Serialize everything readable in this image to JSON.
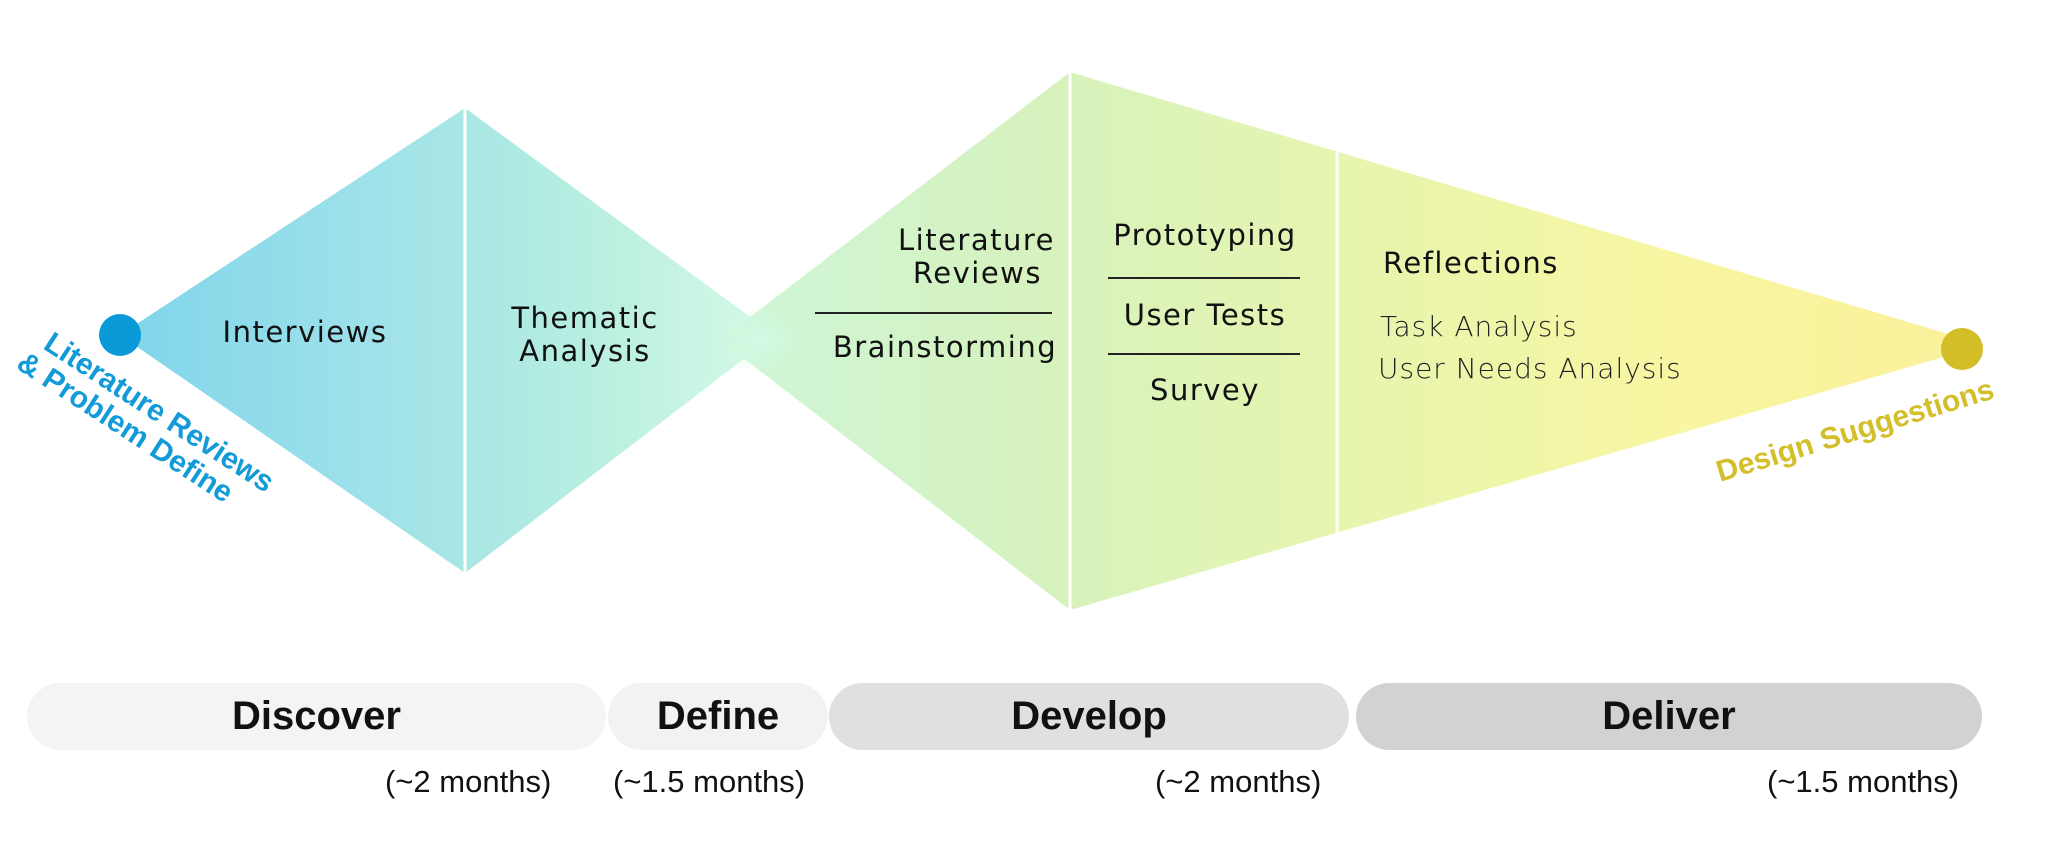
{
  "diagram": {
    "start_label_line1": "Literature Reviews",
    "start_label_line2": "& Problem Define",
    "end_label": "Design Suggestions",
    "discover_steps": [
      "Interviews"
    ],
    "define_steps": {
      "line1": "Thematic",
      "line2": "Analysis"
    },
    "develop_steps": {
      "literature_line1": "Literature",
      "literature_line2": "Reviews",
      "brainstorming": "Brainstorming",
      "prototyping": "Prototyping",
      "user_tests": "User Tests",
      "survey": "Survey"
    },
    "deliver_steps": {
      "reflections": "Reflections",
      "task_analysis": "Task Analysis",
      "user_needs_analysis": "User Needs Analysis"
    }
  },
  "phases": [
    {
      "name": "Discover",
      "duration": "(~2 months)"
    },
    {
      "name": "Define",
      "duration": "(~1.5 months)"
    },
    {
      "name": "Develop",
      "duration": "(~2 months)"
    },
    {
      "name": "Deliver",
      "duration": "(~1.5 months)"
    }
  ],
  "colors": {
    "start_dot": "#0A9AD8",
    "end_dot": "#D4BE28",
    "start_label": "#129BD8",
    "end_label": "#D4BE2A",
    "discover_bar": "#F4F4F4",
    "define_bar": "#F2F2F2",
    "develop_bar": "#E0E0E0",
    "deliver_bar": "#D2D2D2"
  }
}
